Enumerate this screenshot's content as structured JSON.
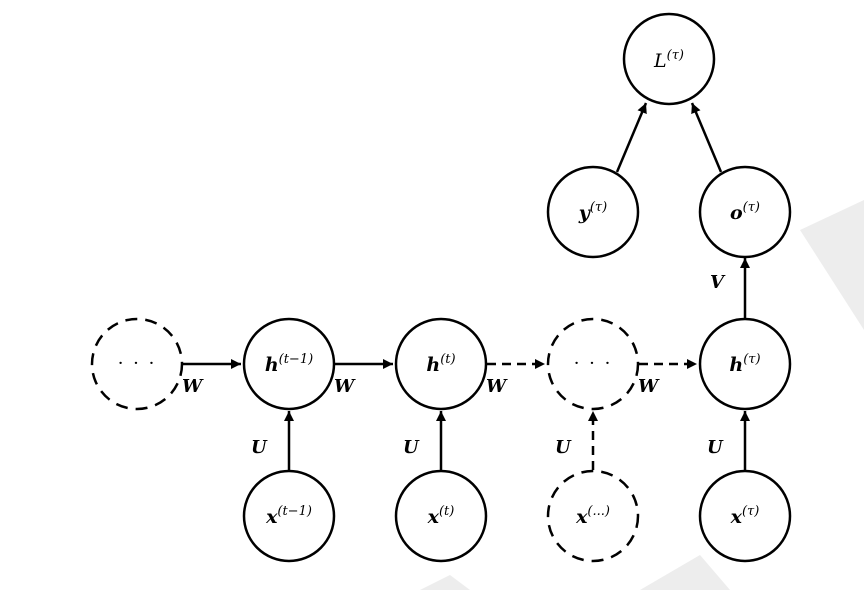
{
  "nodes": {
    "h_prev_dots": {
      "label": "· · ·"
    },
    "h_t_minus_1": {
      "base": "h",
      "sup": "(t−1)"
    },
    "h_t": {
      "base": "h",
      "sup": "(t)"
    },
    "h_mid_dots": {
      "label": "· · ·"
    },
    "h_tau": {
      "base": "h",
      "sup": "(τ)"
    },
    "x_t_minus_1": {
      "base": "x",
      "sup": "(t−1)"
    },
    "x_t": {
      "base": "x",
      "sup": "(t)"
    },
    "x_dots": {
      "base": "x",
      "sup": "(...)"
    },
    "x_tau": {
      "base": "x",
      "sup": "(τ)"
    },
    "y_tau": {
      "base": "y",
      "sup": "(τ)"
    },
    "o_tau": {
      "base": "o",
      "sup": "(τ)"
    },
    "L_tau": {
      "base": "L",
      "sup": "(τ)"
    }
  },
  "edge_labels": {
    "W": "W",
    "U": "U",
    "V": "V"
  },
  "colors": {
    "stroke": "#000000",
    "watermark": "#ededed",
    "background": "#ffffff"
  }
}
